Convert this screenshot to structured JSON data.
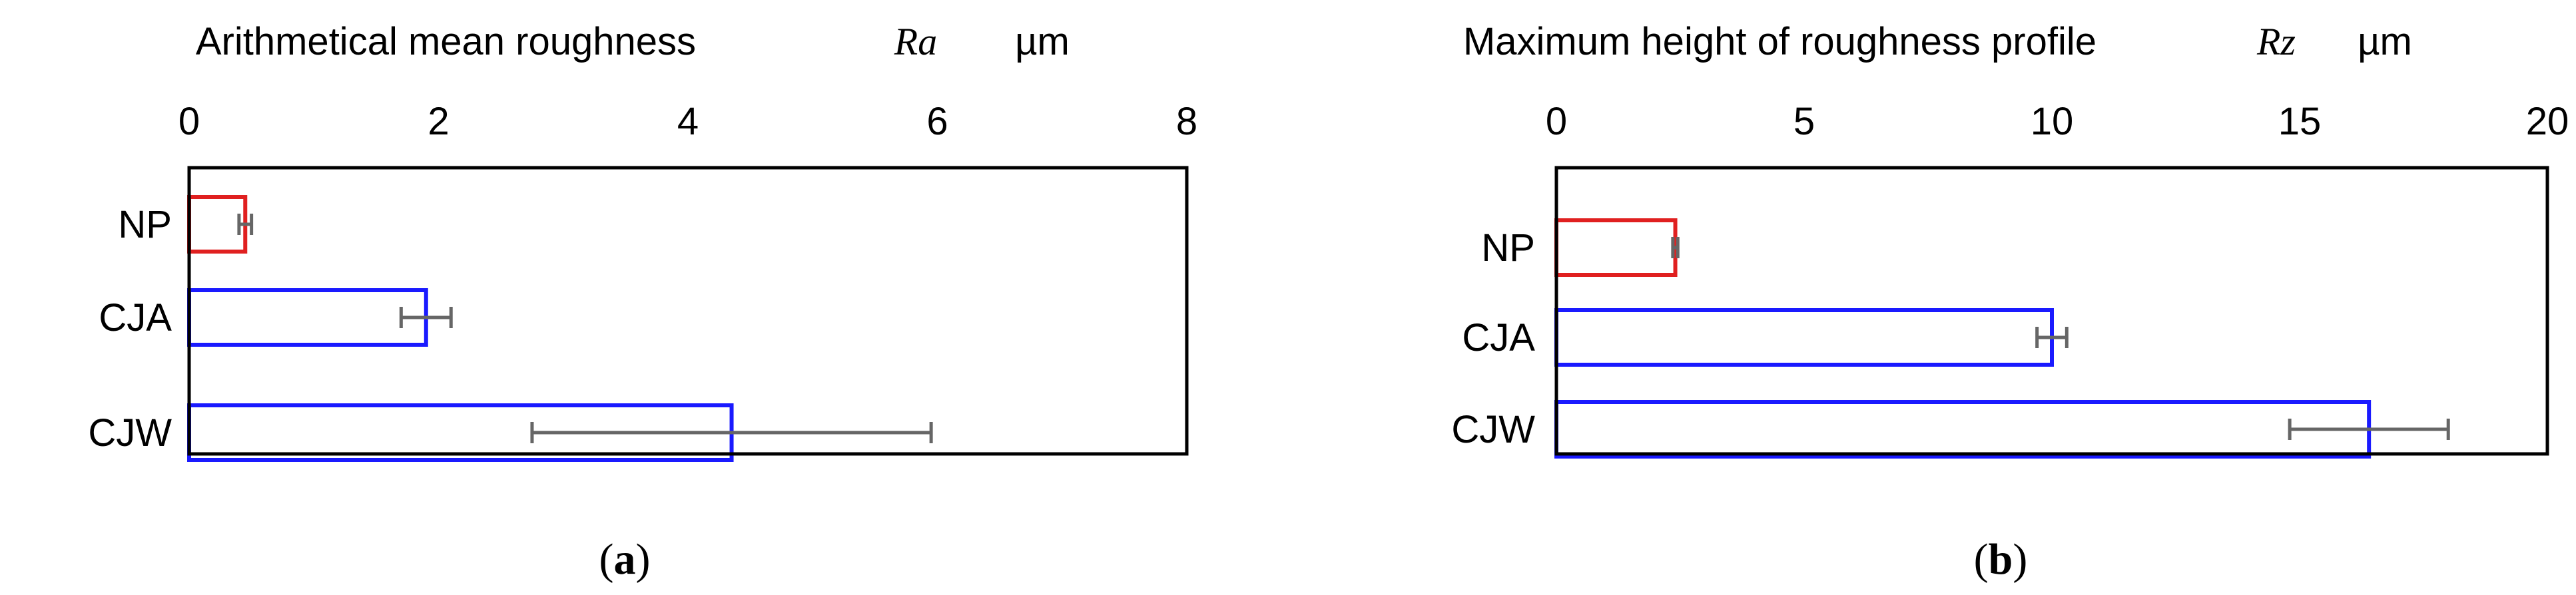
{
  "chart_data": [
    {
      "type": "bar",
      "orientation": "horizontal",
      "panel_label": "a",
      "title": "Arithmetical mean roughness",
      "title_symbol": "Ra",
      "title_unit": "µm",
      "categories": [
        "NP",
        "CJA",
        "CJW"
      ],
      "values": [
        0.45,
        1.9,
        4.35
      ],
      "errors": [
        0.05,
        0.2,
        1.6
      ],
      "bar_colors": [
        "#e02020",
        "#1a1aff",
        "#1a1aff"
      ],
      "xlim": [
        0,
        8
      ],
      "xticks": [
        "0",
        "2",
        "4",
        "6",
        "8"
      ],
      "grid": false
    },
    {
      "type": "bar",
      "orientation": "horizontal",
      "panel_label": "b",
      "title": "Maximum height of roughness profile",
      "title_symbol": "Rz",
      "title_unit": "µm",
      "categories": [
        "NP",
        "CJA",
        "CJW"
      ],
      "values": [
        2.4,
        10.0,
        16.4
      ],
      "errors": [
        0.05,
        0.3,
        1.6
      ],
      "bar_colors": [
        "#e02020",
        "#1a1aff",
        "#1a1aff"
      ],
      "xlim": [
        0,
        20
      ],
      "xticks": [
        "0",
        "5",
        "10",
        "15",
        "20"
      ],
      "grid": false
    }
  ]
}
